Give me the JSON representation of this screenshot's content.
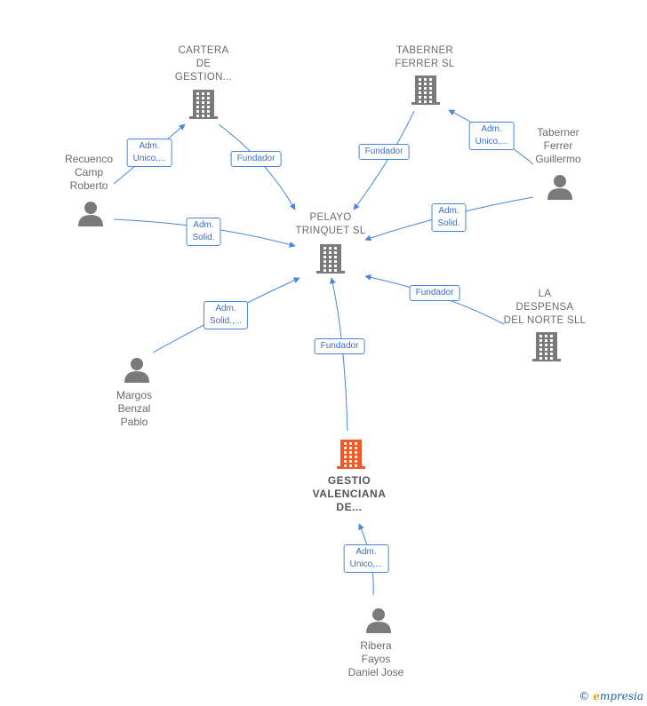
{
  "nodes": {
    "pelayo": {
      "label": "PELAYO\nTRINQUET  SL",
      "type": "company"
    },
    "cartera": {
      "label": "CARTERA\nDE\nGESTION...",
      "type": "company"
    },
    "taberner_sl": {
      "label": "TABERNER\nFERRER  SL",
      "type": "company"
    },
    "despensa": {
      "label": "LA\nDESPENSA\nDEL NORTE SLL",
      "type": "company"
    },
    "gestio": {
      "label": "GESTIO\nVALENCIANA\nDE...",
      "type": "company-focus"
    },
    "recuenco": {
      "label": "Recuenco\nCamp\nRoberto",
      "type": "person"
    },
    "taberner_person": {
      "label": "Taberner\nFerrer\nGuillermo",
      "type": "person"
    },
    "margos": {
      "label": "Margos\nBenzal\nPablo",
      "type": "person"
    },
    "ribera": {
      "label": "Ribera\nFayos\nDaniel Jose",
      "type": "person"
    }
  },
  "edges": [
    {
      "id": "e1",
      "from": "recuenco",
      "to": "cartera",
      "label": "Adm.\nUnico,..."
    },
    {
      "id": "e2",
      "from": "cartera",
      "to": "pelayo",
      "label": "Fundador"
    },
    {
      "id": "e3",
      "from": "taberner_sl",
      "to": "pelayo",
      "label": "Fundador"
    },
    {
      "id": "e4",
      "from": "taberner_person",
      "to": "taberner_sl",
      "label": "Adm.\nUnico,..."
    },
    {
      "id": "e5",
      "from": "recuenco",
      "to": "pelayo",
      "label": "Adm.\nSolid."
    },
    {
      "id": "e6",
      "from": "taberner_person",
      "to": "pelayo",
      "label": "Adm.\nSolid."
    },
    {
      "id": "e7",
      "from": "margos",
      "to": "pelayo",
      "label": "Adm.\nSolid.,..."
    },
    {
      "id": "e8",
      "from": "despensa",
      "to": "pelayo",
      "label": "Fundador"
    },
    {
      "id": "e9",
      "from": "gestio",
      "to": "pelayo",
      "label": "Fundador"
    },
    {
      "id": "e10",
      "from": "ribera",
      "to": "gestio",
      "label": "Adm.\nUnico,..."
    }
  ],
  "colors": {
    "edge": "#4a86d8",
    "company": "#7a7a7a",
    "focus": "#f05a28",
    "person": "#7a7a7a"
  },
  "brand": {
    "copyright": "©",
    "initial": "e",
    "name": "mpresia"
  }
}
